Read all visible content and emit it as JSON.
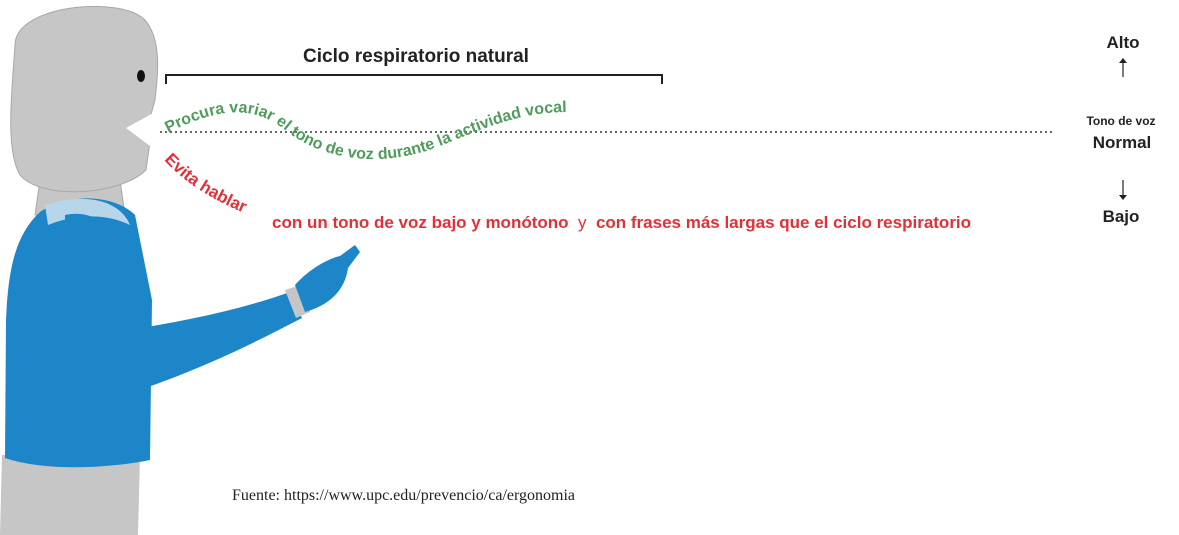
{
  "diagram": {
    "cycle_label": "Ciclo respiratorio natural",
    "advice_green": "Procura variar el tono de voz durante la actividad vocal",
    "advice_red": {
      "part1": "Evita hablar",
      "part2": "con un tono de voz bajo y monótono",
      "part3": "y",
      "part4": "con frases más largas que el ciclo respiratorio"
    },
    "pitch_scale": {
      "high": "Alto",
      "caption": "Tono de voz",
      "normal": "Normal",
      "low": "Bajo"
    }
  },
  "source": "Fuente:  https://www.upc.edu/prevencio/ca/ergonomia",
  "colors": {
    "green": "#4e9b5b",
    "red": "#e03138",
    "figure_skin": "#c6c6c6",
    "figure_shirt": "#1d86c8",
    "text": "#222222"
  },
  "icons": [
    "speaking-person-figure",
    "arrow-up-icon",
    "arrow-down-icon"
  ]
}
